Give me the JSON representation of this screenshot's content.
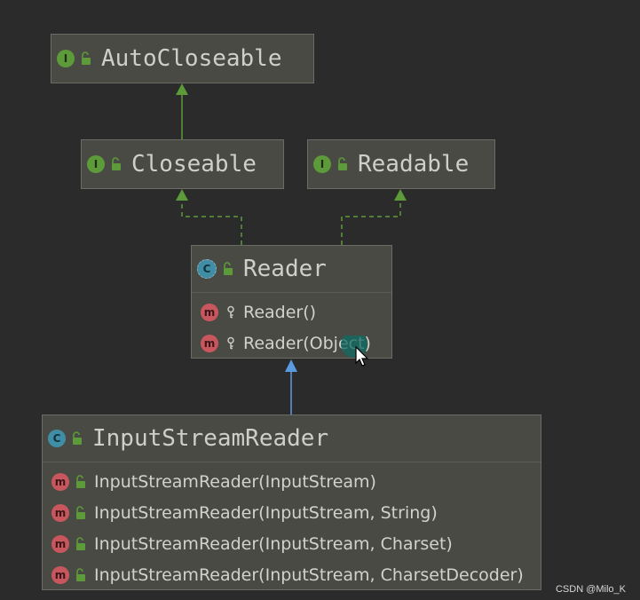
{
  "colors": {
    "background": "#2b2b2c",
    "node_fill": "#4a4a45",
    "interface_badge": "#5c9a3a",
    "class_badge": "#3f8ea6",
    "method_badge": "#c8575d",
    "realization_edge": "#5c9a3a",
    "extends_edge": "#5a9be0"
  },
  "nodes": {
    "autocloseable": {
      "kind": "interface",
      "badge": "I",
      "title": "AutoCloseable"
    },
    "closeable": {
      "kind": "interface",
      "badge": "I",
      "title": "Closeable"
    },
    "readable": {
      "kind": "interface",
      "badge": "I",
      "title": "Readable"
    },
    "reader": {
      "kind": "abstract-class",
      "badge": "C",
      "title": "Reader",
      "members": [
        {
          "badge": "m",
          "visibility": "protected",
          "signature": "Reader()"
        },
        {
          "badge": "m",
          "visibility": "protected",
          "signature": "Reader(Object)"
        }
      ]
    },
    "inputstreamreader": {
      "kind": "class",
      "badge": "C",
      "title": "InputStreamReader",
      "members": [
        {
          "badge": "m",
          "visibility": "public",
          "signature": "InputStreamReader(InputStream)"
        },
        {
          "badge": "m",
          "visibility": "public",
          "signature": "InputStreamReader(InputStream, String)"
        },
        {
          "badge": "m",
          "visibility": "public",
          "signature": "InputStreamReader(InputStream, Charset)"
        },
        {
          "badge": "m",
          "visibility": "public",
          "signature": "InputStreamReader(InputStream, CharsetDecoder)"
        }
      ]
    }
  },
  "edges": [
    {
      "from": "closeable",
      "to": "autocloseable",
      "type": "extends-interface"
    },
    {
      "from": "reader",
      "to": "closeable",
      "type": "implements"
    },
    {
      "from": "reader",
      "to": "readable",
      "type": "implements"
    },
    {
      "from": "inputstreamreader",
      "to": "reader",
      "type": "extends"
    }
  ],
  "watermark": "CSDN @Milo_K"
}
